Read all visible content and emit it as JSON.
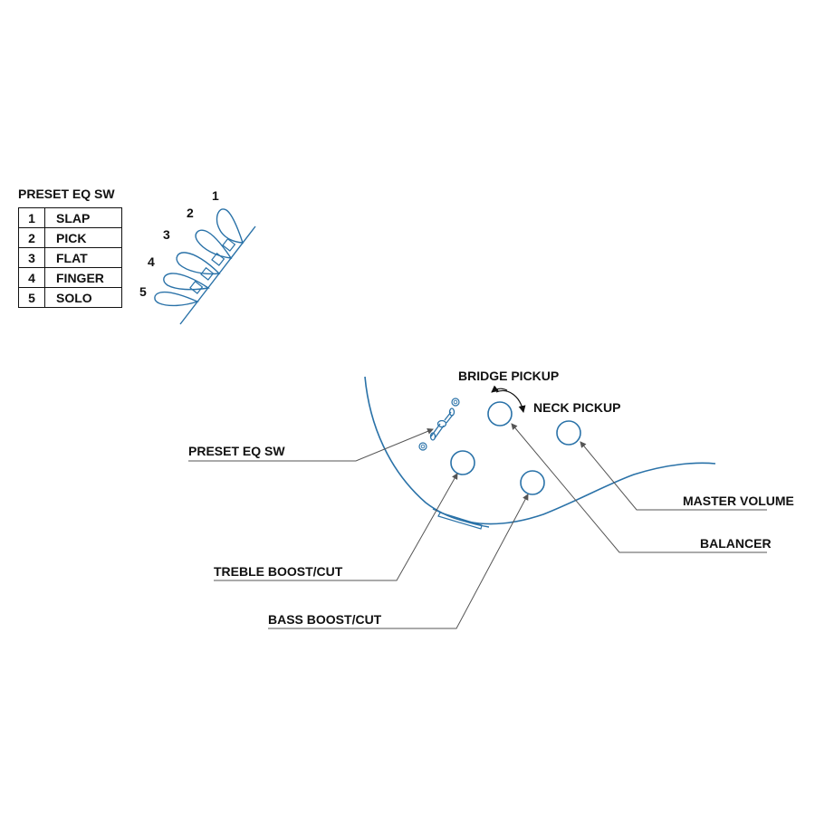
{
  "preset_table": {
    "title": "PRESET EQ SW",
    "rows": [
      {
        "num": "1",
        "name": "SLAP"
      },
      {
        "num": "2",
        "name": "PICK"
      },
      {
        "num": "3",
        "name": "FLAT"
      },
      {
        "num": "4",
        "name": "FINGER"
      },
      {
        "num": "5",
        "name": "SOLO"
      }
    ]
  },
  "selector_positions": [
    "1",
    "2",
    "3",
    "4",
    "5"
  ],
  "labels": {
    "bridge_pickup": "BRIDGE PICKUP",
    "neck_pickup": "NECK PICKUP",
    "preset_eq_sw": "PRESET EQ SW",
    "master_volume": "MASTER VOLUME",
    "balancer": "BALANCER",
    "treble": "TREBLE BOOST/CUT",
    "bass": "BASS BOOST/CUT"
  },
  "colors": {
    "body_outline": "#2a72a8",
    "text": "#111111",
    "leader": "#555555"
  }
}
